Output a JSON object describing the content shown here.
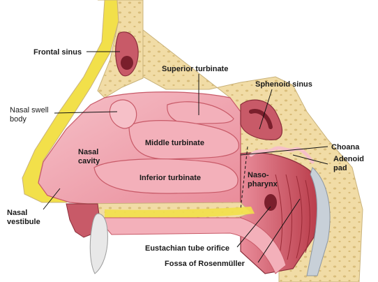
{
  "labels": {
    "frontal_sinus": "Frontal sinus",
    "superior_turbinate": "Superior turbinate",
    "sphenoid_sinus": "Sphenoid sinus",
    "nasal_swell_body_line1": "Nasal swell",
    "nasal_swell_body_line2": "body",
    "middle_turbinate": "Middle turbinate",
    "choana": "Choana",
    "nasal_cavity_line1": "Nasal",
    "nasal_cavity_line2": "cavity",
    "adenoid_pad_line1": "Adenoid",
    "adenoid_pad_line2": "pad",
    "inferior_turbinate": "Inferior turbinate",
    "nasopharynx_line1": "Naso-",
    "nasopharynx_line2": "pharynx",
    "nasal_vestibule_line1": "Nasal",
    "nasal_vestibule_line2": "vestibule",
    "eustachian_tube_orifice": "Eustachian tube orifice",
    "fossa_of_rosenmuller": "Fossa of Rosenmüller"
  },
  "colors": {
    "bone": "#f1dca6",
    "bone_edge": "#c9b27a",
    "bone_spot": "#d9bd7a",
    "fat_yellow": "#f2e04a",
    "mucosa": "#ef9aa6",
    "mucosa_light": "#f6c0c8",
    "mucosa_dark": "#c85a68",
    "cavity_pink": "#f7ccd2",
    "muscle": "#b83a48",
    "cartilage": "#c8d0d8",
    "skin_gray": "#cfcfcf"
  }
}
